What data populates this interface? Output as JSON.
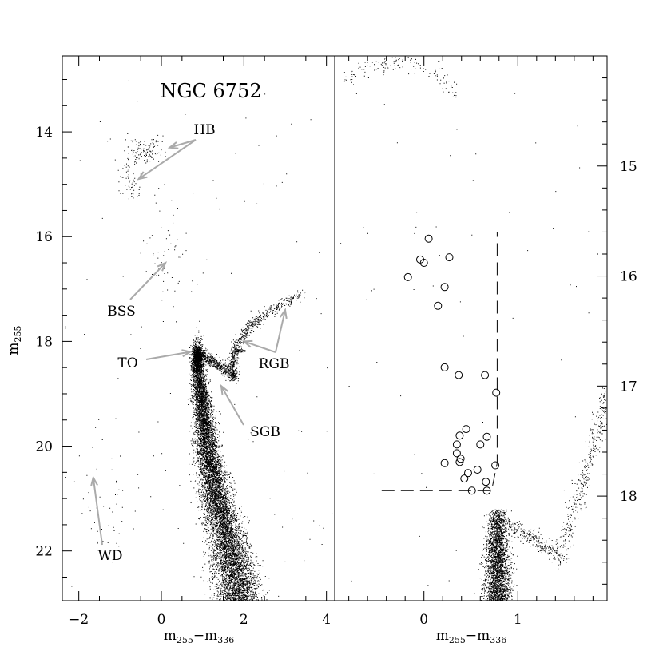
{
  "chart_data": [
    {
      "type": "scatter",
      "panel": "left",
      "title": "NGC 6752",
      "xlabel_main": "m",
      "xlabel_sub1": "255",
      "xlabel_dash": "−m",
      "xlabel_sub2": "336",
      "ylabel_main": "m",
      "ylabel_sub": "255",
      "xlim": [
        -2.4,
        4.2
      ],
      "ylim": [
        22.95,
        12.55
      ],
      "y_inverted": true,
      "xticks": [
        -2,
        0,
        2,
        4
      ],
      "xtick_labels": [
        "−2",
        "0",
        "2",
        "4"
      ],
      "yticks": [
        14,
        16,
        18,
        20,
        22
      ],
      "ytick_labels": [
        "14",
        "16",
        "18",
        "20",
        "22"
      ],
      "point_color": "#000000",
      "annotation_color": "#aaaaaa",
      "features": [
        {
          "name": "HB",
          "kind": "horizontal branch",
          "x_range": [
            -1.0,
            0.2
          ],
          "y_range": [
            14.0,
            15.4
          ]
        },
        {
          "name": "BSS",
          "kind": "blue stragglers",
          "x_range": [
            -0.4,
            0.6
          ],
          "y_range": [
            15.5,
            18.0
          ]
        },
        {
          "name": "TO",
          "kind": "turn-off",
          "x": 0.85,
          "y": 18.2
        },
        {
          "name": "SGB",
          "kind": "subgiant branch",
          "x_range": [
            0.9,
            1.8
          ],
          "y_range": [
            18.2,
            18.8
          ]
        },
        {
          "name": "RGB",
          "kind": "red giant branch",
          "x_range": [
            1.4,
            3.4
          ],
          "y_range": [
            17.0,
            18.6
          ]
        },
        {
          "name": "WD",
          "kind": "white dwarfs",
          "x_range": [
            -2.0,
            -0.5
          ],
          "y_range": [
            20.5,
            22.6
          ]
        }
      ],
      "main_sequence_ridge": [
        [
          0.85,
          18.2
        ],
        [
          0.95,
          19.0
        ],
        [
          1.1,
          20.0
        ],
        [
          1.35,
          21.0
        ],
        [
          1.65,
          22.0
        ],
        [
          1.9,
          22.9
        ]
      ],
      "annotations": [
        {
          "text": "HB",
          "arrow_tips": [
            [
              0.2,
              14.3
            ],
            [
              -0.55,
              14.9
            ]
          ]
        },
        {
          "text": "BSS",
          "arrow_tips": [
            [
              0.1,
              16.5
            ]
          ]
        },
        {
          "text": "TO",
          "arrow_tips": [
            [
              0.7,
              18.2
            ]
          ]
        },
        {
          "text": "SGB",
          "arrow_tips": [
            [
              1.45,
              18.85
            ]
          ]
        },
        {
          "text": "RGB",
          "arrow_tips": [
            [
              2.0,
              18.0
            ],
            [
              3.0,
              17.4
            ]
          ]
        },
        {
          "text": "WD",
          "arrow_tips": [
            [
              -1.65,
              20.6
            ]
          ]
        }
      ]
    },
    {
      "type": "scatter",
      "panel": "right",
      "xlabel_main": "m",
      "xlabel_sub1": "255",
      "xlabel_dash": "−m",
      "xlabel_sub2": "336",
      "xlim": [
        -0.95,
        1.95
      ],
      "ylim": [
        18.95,
        14.0
      ],
      "y_inverted": true,
      "xticks": [
        0,
        1
      ],
      "xtick_labels": [
        "0",
        "1"
      ],
      "yticks": [
        15,
        16,
        17,
        18
      ],
      "ytick_labels": [
        "15",
        "16",
        "17",
        "18"
      ],
      "ytick_side": "right",
      "selection_box": {
        "style": "dashed",
        "vertices": [
          [
            -0.45,
            17.95
          ],
          [
            0.72,
            17.95
          ],
          [
            0.78,
            17.7
          ],
          [
            0.78,
            15.6
          ]
        ]
      },
      "open_circles": [
        [
          0.05,
          15.66
        ],
        [
          -0.04,
          15.85
        ],
        [
          0.0,
          15.88
        ],
        [
          0.27,
          15.83
        ],
        [
          -0.17,
          16.01
        ],
        [
          0.22,
          16.1
        ],
        [
          0.15,
          16.27
        ],
        [
          0.22,
          16.83
        ],
        [
          0.37,
          16.9
        ],
        [
          0.65,
          16.9
        ],
        [
          0.77,
          17.06
        ],
        [
          0.45,
          17.39
        ],
        [
          0.67,
          17.46
        ],
        [
          0.38,
          17.45
        ],
        [
          0.35,
          17.53
        ],
        [
          0.6,
          17.53
        ],
        [
          0.35,
          17.61
        ],
        [
          0.39,
          17.66
        ],
        [
          0.38,
          17.69
        ],
        [
          0.22,
          17.7
        ],
        [
          0.76,
          17.72
        ],
        [
          0.57,
          17.76
        ],
        [
          0.47,
          17.79
        ],
        [
          0.43,
          17.84
        ],
        [
          0.66,
          17.87
        ],
        [
          0.51,
          17.95
        ],
        [
          0.67,
          17.95
        ]
      ]
    }
  ]
}
